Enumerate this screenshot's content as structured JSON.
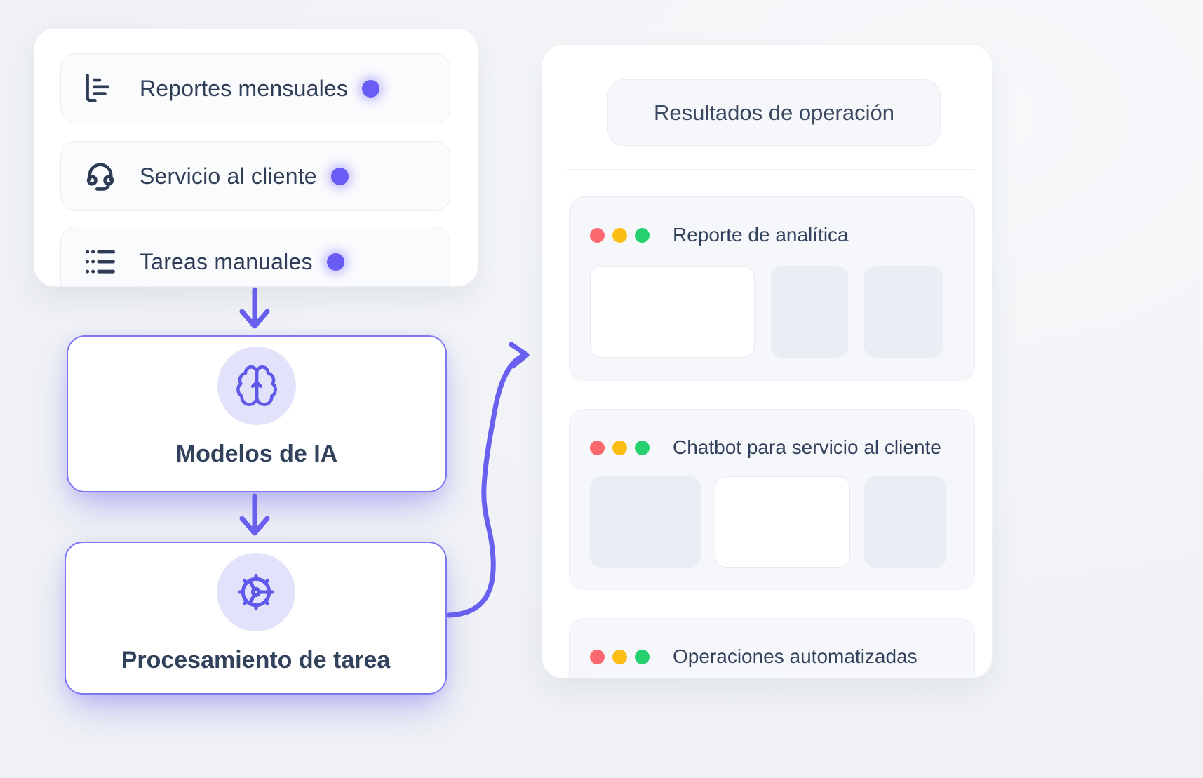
{
  "palette": {
    "background": "#f2f4f7",
    "accent_purple": "#6a60f0",
    "node_border_purple": "#7f76f1",
    "icon_circle_bg": "#e2e3fb",
    "text_dark_slate": "#2f3d57",
    "source_status_dot": "#695cf4",
    "window_dots": {
      "red": "#f9696e",
      "amber": "#fbbc13",
      "green": "#27d06e"
    }
  },
  "sources": {
    "status_dot_color": "#695cf4",
    "items": [
      {
        "label": "Reportes mensuales",
        "icon": "bar-chart-icon"
      },
      {
        "label": "Servicio al cliente",
        "icon": "headset-icon"
      },
      {
        "label": "Tareas manuales",
        "icon": "list-icon"
      }
    ]
  },
  "pipeline": {
    "nodes": [
      {
        "title": "Modelos de IA",
        "icon": "brain-icon"
      },
      {
        "title": "Procesamiento de tarea",
        "icon": "gear-icon"
      }
    ]
  },
  "results": {
    "title": "Resultados de operación",
    "window_dot_colors": [
      "#f9696e",
      "#fbbc13",
      "#27d06e"
    ],
    "cards": [
      {
        "title": "Reporte de analítica"
      },
      {
        "title": "Chatbot para servicio al cliente"
      },
      {
        "title": "Operaciones automatizadas"
      }
    ]
  }
}
